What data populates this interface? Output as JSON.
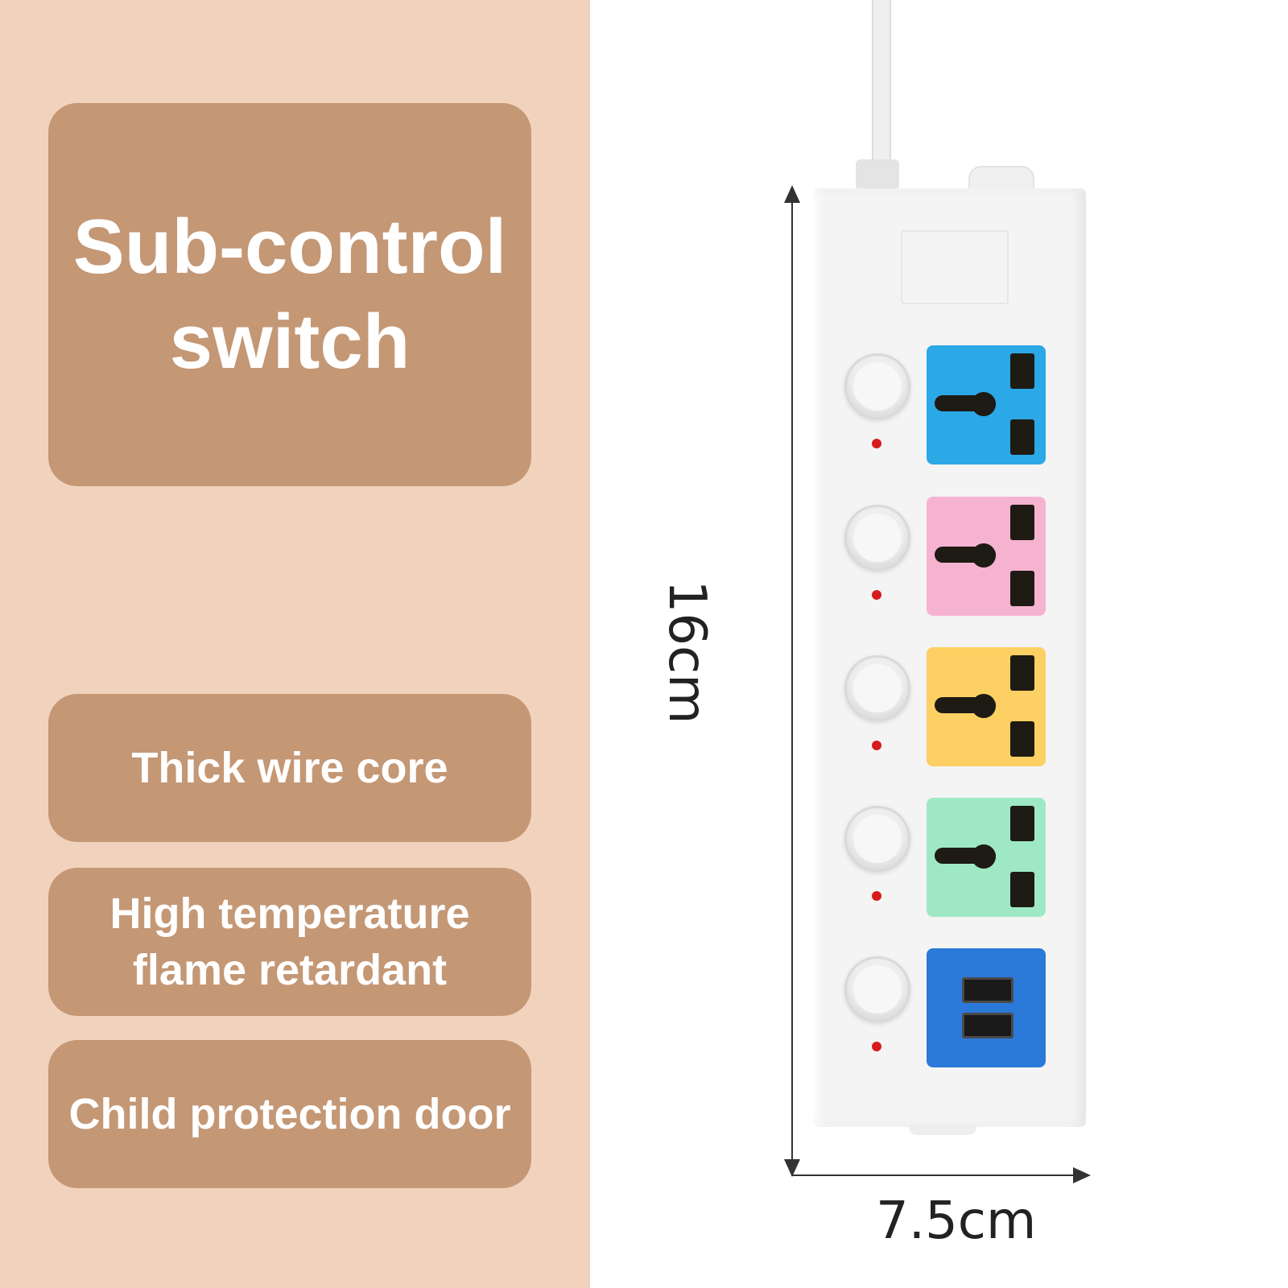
{
  "left_panel": {
    "headline": "Sub-control switch",
    "features": [
      "Thick wire core",
      "High temperature flame retardant",
      "Child protection door"
    ],
    "colors": {
      "panel_bg": "#f1d3bd",
      "box_bg": "#c49775",
      "text": "#ffffff"
    }
  },
  "product": {
    "height_label": "16cm",
    "width_label": "7.5cm",
    "outlets": [
      {
        "type": "universal-socket",
        "color": "#2ba8e6"
      },
      {
        "type": "universal-socket",
        "color": "#f6b3d0"
      },
      {
        "type": "universal-socket",
        "color": "#fcd062"
      },
      {
        "type": "universal-socket",
        "color": "#9ee9c4"
      },
      {
        "type": "usb-module",
        "color": "#2b7ad9"
      }
    ],
    "indicator_color": "#d61b1b"
  }
}
